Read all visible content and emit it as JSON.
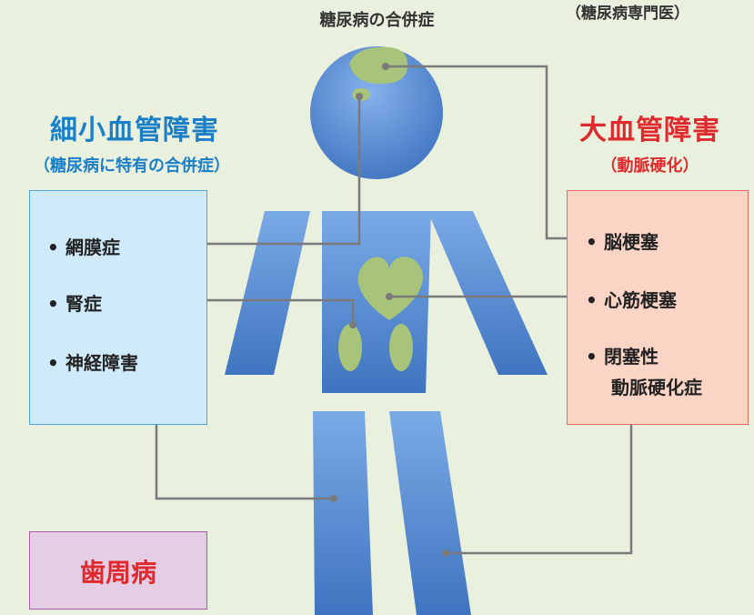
{
  "title": "糖尿病の合併症",
  "corner_note": "（糖尿病専門医）",
  "microvascular": {
    "heading": "細小血管障害",
    "subheading": "（糖尿病に特有の合併症）",
    "items": [
      "網膜症",
      "腎症",
      "神経障害"
    ]
  },
  "macrovascular": {
    "heading": "大血管障害",
    "subheading": "（動脈硬化）",
    "items": [
      "脳梗塞",
      "心筋梗塞",
      "閉塞性",
      "動脈硬化症"
    ]
  },
  "periodontal": {
    "label": "歯周病"
  },
  "bullet": "•",
  "colors": {
    "body_blue": "#5a8fd6",
    "organ_green": "#a7c47a",
    "micro_blue": "#1b7fc7",
    "macro_red": "#e0292c",
    "connector_gray": "#7a7a7a"
  }
}
